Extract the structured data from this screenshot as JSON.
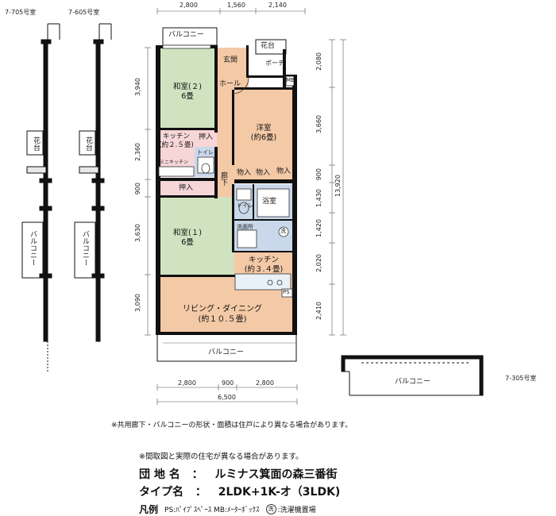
{
  "unit_labels": {
    "u705": "7-705号室",
    "u605": "7-605号室",
    "u305": "7-305号室"
  },
  "side": {
    "flower_box": "花台",
    "balcony": "バルコニー"
  },
  "dims_top": [
    "2,800",
    "1,560",
    "2,140"
  ],
  "dims_bottom": [
    "2,800",
    "900",
    "2,800"
  ],
  "dim_bottom_total": "6,500",
  "dims_left": [
    "3,940",
    "2,360",
    "900",
    "3,630",
    "3,090"
  ],
  "dims_right": [
    "2,080",
    "3,660",
    "900",
    "1,430",
    "1,420",
    "2,020",
    "2,410"
  ],
  "dim_right_total": "13,920",
  "rooms": {
    "balcony_top": "バルコニー",
    "flower_box_top": "花台",
    "entrance": "玄関",
    "porch": "ポーチ",
    "mb": "MB",
    "hall": "ホール",
    "washitsu2": "和室(２)",
    "washitsu2_size": "6畳",
    "western": "洋室",
    "western_size": "(約6畳)",
    "kitchen_small": "キッチン",
    "kitchen_small_size": "(約２.５畳)",
    "closet": "押入",
    "mini_kitchen": "ミニキッチン",
    "toilet": "トイレ",
    "corridor": "廊下",
    "storage": "物入",
    "bath": "浴室",
    "washroom": "洗面所",
    "washer": "洗",
    "washitsu1": "和室(１)",
    "washitsu1_size": "6畳",
    "kitchen": "キッチン",
    "kitchen_size": "(約３.４畳)",
    "ps": "PS",
    "living": "リビング・ダイニング",
    "living_size": "(約１０.５畳)",
    "balcony_bottom": "バルコニー"
  },
  "notes": {
    "note1": "※共用廊下・バルコニーの形状・面積は住戸により異なる場合があります。",
    "note2": "※間取図と実際の住宅が異なる場合があります。"
  },
  "info": {
    "complex_label": "団 地 名",
    "complex_value": "ルミナス箕面の森三番街",
    "type_label": "タイプ名",
    "type_value": "2LDK+1K-オ（3LDK)",
    "legend_label": "凡例",
    "legend_text": "PS:ﾊﾟｲﾌﾟｽﾍﾟｰｽ MB:ﾒｰﾀｰﾎﾞｯｸｽ",
    "legend_washer_symbol": "洗",
    "legend_washer_text": ":洗濯機置場",
    "colon": "："
  },
  "colors": {
    "tatami": "#cfe3c0",
    "wood": "#f4c9a6",
    "pink": "#f7d6d8",
    "wet": "#c9d8ea",
    "wall": "#111111"
  }
}
